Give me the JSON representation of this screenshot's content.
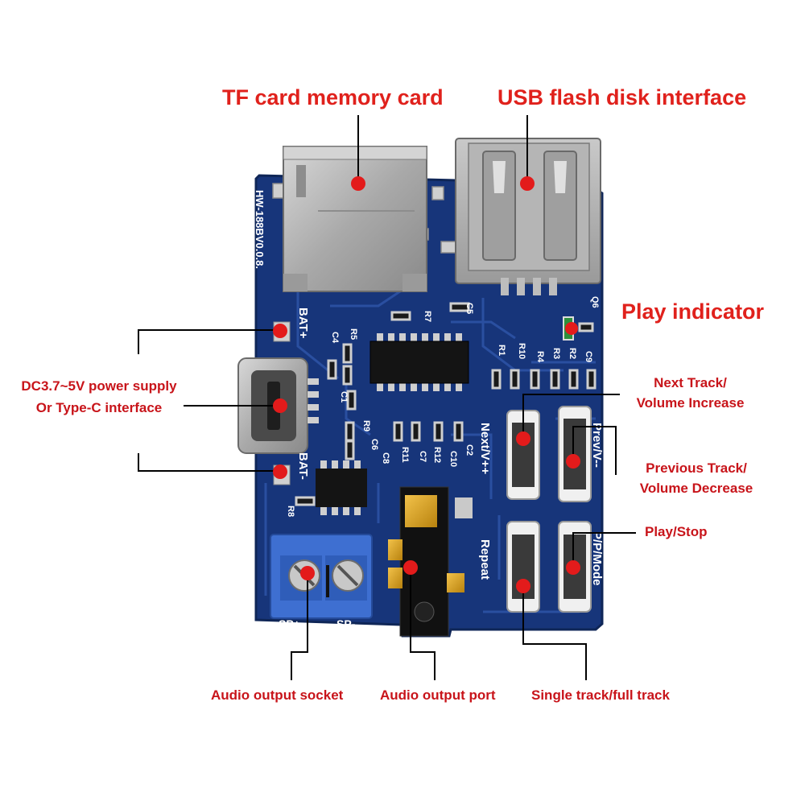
{
  "labels": {
    "tf_card": "TF card memory card",
    "usb": "USB flash disk interface",
    "play_indicator": "Play indicator",
    "power_line1": "DC3.7~5V power supply",
    "power_line2": "Or Type-C interface",
    "next_line1": "Next Track/",
    "next_line2": "Volume Increase",
    "prev_line1": "Previous Track/",
    "prev_line2": "Volume Decrease",
    "play_stop": "Play/Stop",
    "audio_socket": "Audio output socket",
    "audio_port": "Audio output port",
    "single_track": "Single track/full track"
  },
  "silkscreen": {
    "board_id": "HW-188BV0.0.8.",
    "bat_plus": "BAT+",
    "bat_minus": "BAT-",
    "next": "Next/V++",
    "prev": "Prev/V--",
    "repeat": "Repeat",
    "pp_mode": "P/P/Mode",
    "sp_plus": "SP+",
    "sp_minus": "SP-",
    "r1": "R1",
    "r2": "R2",
    "r3": "R3",
    "r4": "R4",
    "r5": "R5",
    "r7": "R7",
    "r8": "R8",
    "r9": "R9",
    "r10": "R10",
    "r11": "R11",
    "r12": "R12",
    "c1": "C1",
    "c2": "C2",
    "c4": "C4",
    "c5": "C5",
    "c6": "C6",
    "c7": "C7",
    "c8": "C8",
    "c9": "C9",
    "c10": "C10",
    "q6": "Q6"
  },
  "colors": {
    "pcb": "#17357a",
    "pcb_trace": "#2a4fa0",
    "label_red": "#d11414",
    "marker_red": "#e31b1b",
    "metal": "#b9b9b9",
    "terminal_blue": "#3e6fd1",
    "gold": "#d9a21c"
  }
}
